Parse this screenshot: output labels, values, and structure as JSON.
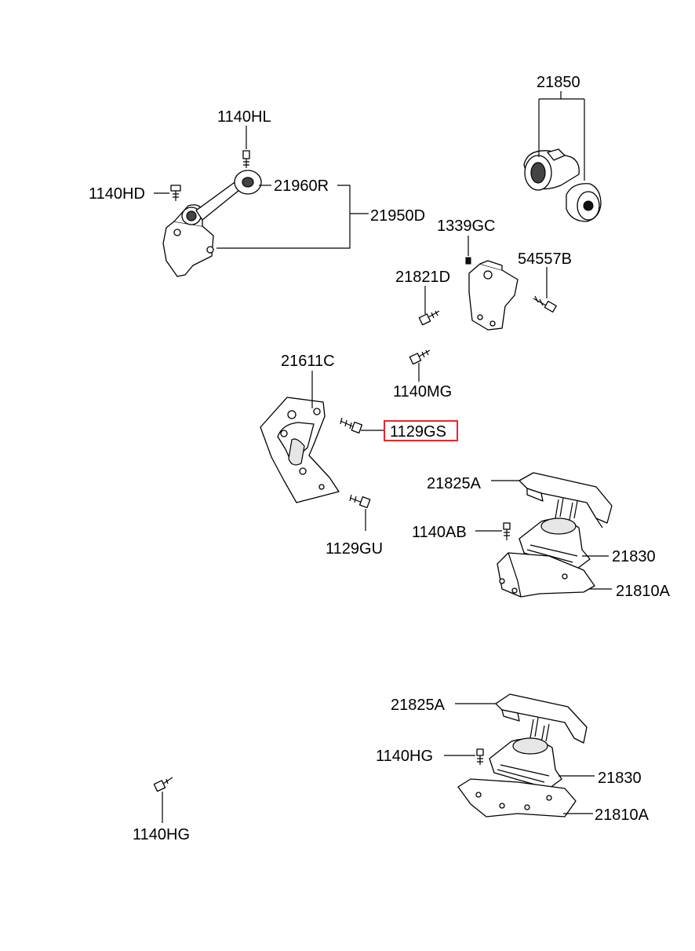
{
  "diagram": {
    "labels": {
      "p21850": "21850",
      "p1140HL": "1140HL",
      "p21960R": "21960R",
      "p1140HD": "1140HD",
      "p21950D": "21950D",
      "p1339GC": "1339GC",
      "p54557B": "54557B",
      "p21821D": "21821D",
      "p21611C": "21611C",
      "p1140MG": "1140MG",
      "p1129GS": "1129GS",
      "p21825A_top": "21825A",
      "p1140AB": "1140AB",
      "p21830_top": "21830",
      "p1129GU": "1129GU",
      "p21810A_top": "21810A",
      "p21825A_bottom": "21825A",
      "p1140HG_right": "1140HG",
      "p21830_bottom": "21830",
      "p21810A_bottom": "21810A",
      "p1140HG_left": "1140HG"
    },
    "highlighted_part": "1129GS",
    "highlight_color": "#e8262b"
  }
}
